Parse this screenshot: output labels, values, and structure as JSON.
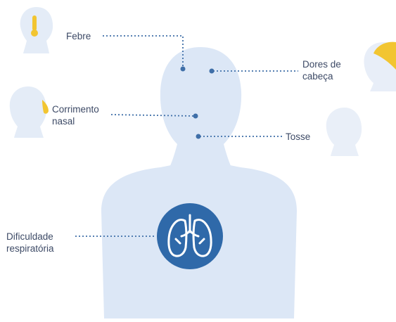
{
  "symptoms": {
    "fever": "Febre",
    "headache": "Dores de\ncabeça",
    "runny_nose": "Corrimento\nnasal",
    "cough": "Tosse",
    "breathing": "Dificuldade\nrespiratória"
  },
  "colors": {
    "background": "#ffffff",
    "silhouette": "#dce7f6",
    "small_head": "#e4ecf7",
    "dots": "#3f6fa8",
    "lung_badge": "#2f69a9",
    "lung_lines": "#ffffff",
    "label_text": "#3d4a66",
    "accent_yellow": "#f2c531"
  },
  "icons": {
    "main": "human-silhouette",
    "lungs": "lungs-icon",
    "fever": "thermometer-icon",
    "headache": "head-pain-icon",
    "runny_nose": "runny-nose-icon",
    "cough": "cough-head-icon"
  }
}
